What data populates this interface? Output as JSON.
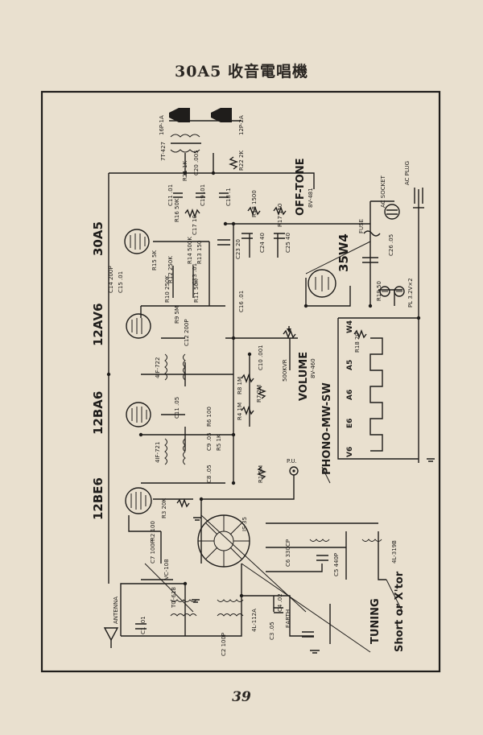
{
  "title": "30A5 收音電唱機",
  "page_number": "39",
  "tubes": {
    "30a5": "30A5",
    "12av6": "12AV6",
    "12ba6": "12BA6",
    "12be6": "12BE6",
    "35w4": "35W4"
  },
  "labels": {
    "off_tone": "OFF-TONE",
    "off_tone_part": "8V-481",
    "volume": "VOLUME",
    "volume_part": "8V-460",
    "volume_value": "500KVR",
    "phono_mw_sw": "PHONO-MW-SW",
    "tuning": "TUNING",
    "short_or_xtor": "Short or X'tor",
    "antenna": "ANTENNA",
    "earth": "EARTH",
    "pu": "P.U.",
    "fuse": "FUSE",
    "ac_socket": "AC SOCKET",
    "ac_plug": "AC PLUG",
    "pilot_lamp": "PL 3.2V×2",
    "output_trans": "7T-427",
    "speaker_1": "16P-1A",
    "speaker_2": "12P-2A",
    "if_722": "4IF-722",
    "if_721": "4IF-721",
    "to_618": "TO-618",
    "l_112a": "4L-112A",
    "l_319b": "4L-319B",
    "vc_108": "VC-108",
    "is_35": "IS-35"
  },
  "components": {
    "r15": "R15 5K",
    "c14": "C14 200P",
    "c15": "C15 .01",
    "r16": "R16 50K",
    "c17": "C17 10",
    "c11": "C11 .01",
    "c19": "C19 .01",
    "c18": "C18 .1",
    "r21": "R21 1K",
    "c20": "C20 .005",
    "r22": "R22 2K",
    "r18": "R18 1500",
    "r17": "R17 150",
    "c23": "C23 20",
    "c24": "C24 40",
    "c25": "C25 40",
    "c26": "C26 .05",
    "r12": "R12 250K",
    "r14": "R14 500K",
    "r13": "R13 150",
    "r10": "R10 250K",
    "r11": "R11 50K",
    "c13": "C13 .01",
    "c16": "C16 .01",
    "r9": "R9 5M",
    "c12": "C12 200P",
    "r8": "R8 1M",
    "c10": "C10 .001",
    "r7": "R7 2M",
    "r4": "R4 1M",
    "c11b": "C11 .05",
    "r6": "R6 100",
    "c9": "C9 .05",
    "r5": "R5 1K",
    "c8": "C8 .05",
    "r1": "R1 5M",
    "r3": "R3 20K",
    "r2": "R2 100",
    "c7": "C7 100P",
    "c6": "C6 330CP",
    "c5": "C5 440P",
    "c1": "C1 .01",
    "c2": "C2 100P",
    "c3": "C3 .05",
    "c4": "C4 .02",
    "r18b": "R18 20",
    "r19": "R19 50"
  },
  "taps": [
    "W4",
    "A5",
    "A6",
    "E6",
    "V6"
  ]
}
